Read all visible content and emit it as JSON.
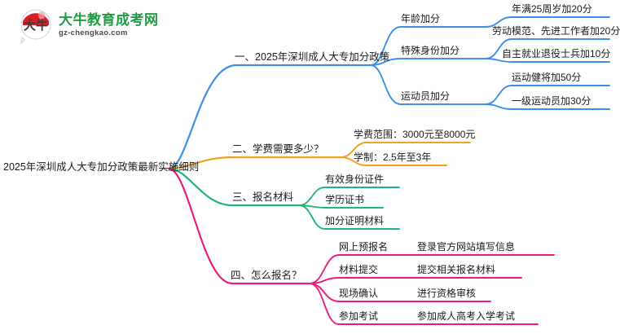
{
  "logo": {
    "icon": "bull-speech-bubble-logo",
    "mark_text": "大牛",
    "title": "大牛教育成考网",
    "subtitle": "gz-chengkao.com",
    "title_color": "#1f9b45",
    "mark_color": "#d71f27"
  },
  "mindmap": {
    "root": "2025年深圳成人大专加分政策最新实施细则",
    "colors": {
      "branch1": "#3d8fe8",
      "branch2": "#eda320",
      "branch3": "#22b573",
      "branch4": "#ea1c7d"
    },
    "branches": [
      {
        "label": "一、2025年深圳成人大专加分政策",
        "color": "#3d8fe8",
        "children": [
          {
            "label": "年龄加分",
            "children": [
              {
                "label": "年满25周岁加20分"
              }
            ]
          },
          {
            "label": "特殊身份加分",
            "children": [
              {
                "label": "劳动模范、先进工作者加20分"
              },
              {
                "label": "自主就业退役士兵加10分"
              }
            ]
          },
          {
            "label": "运动员加分",
            "children": [
              {
                "label": "运动健将加50分"
              },
              {
                "label": "一级运动员加30分"
              }
            ]
          }
        ]
      },
      {
        "label": "二、学费需要多少？",
        "color": "#eda320",
        "children": [
          {
            "label": "学费范围：3000元至8000元",
            "children": []
          },
          {
            "label": "学制：2.5年至3年",
            "children": []
          }
        ]
      },
      {
        "label": "三、报名材料",
        "color": "#22b573",
        "children": [
          {
            "label": "有效身份证件",
            "children": []
          },
          {
            "label": "学历证书",
            "children": []
          },
          {
            "label": "加分证明材料",
            "children": []
          }
        ]
      },
      {
        "label": "四、怎么报名？",
        "color": "#ea1c7d",
        "children": [
          {
            "label": "网上预报名",
            "children": [
              {
                "label": "登录官方网站填写信息"
              }
            ]
          },
          {
            "label": "材料提交",
            "children": [
              {
                "label": "提交相关报名材料"
              }
            ]
          },
          {
            "label": "现场确认",
            "children": [
              {
                "label": "进行资格审核"
              }
            ]
          },
          {
            "label": "参加考试",
            "children": [
              {
                "label": "参加成人高考入学考试"
              }
            ]
          }
        ]
      }
    ]
  }
}
